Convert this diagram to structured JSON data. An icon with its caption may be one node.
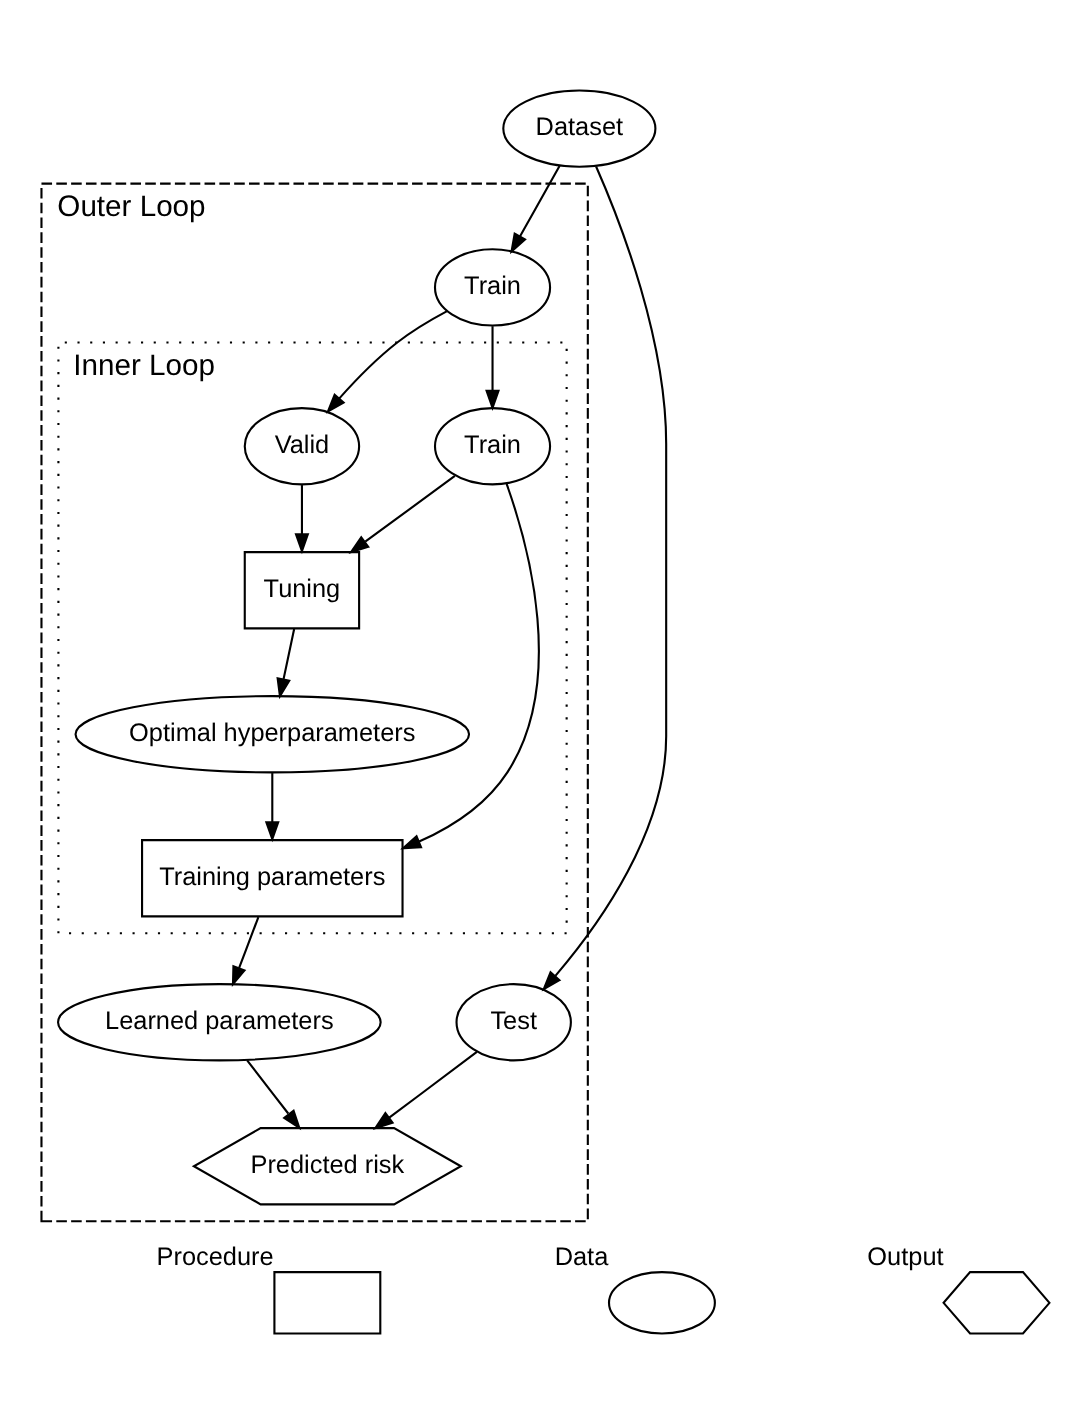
{
  "diagram": {
    "nodes": [
      {
        "text": [
          "Dataset"
        ]
      },
      {
        "text": [
          "Outer Loop"
        ]
      },
      {
        "text": [
          "Train"
        ],
        "in": 1
      },
      {
        "text": [
          "Test"
        ],
        "in": 1
      },
      {
        "text": [
          "Inner Loop"
        ],
        "in": 1
      },
      {
        "text": [
          "Train"
        ],
        "in": 4
      },
      {
        "text": [
          "Valid"
        ],
        "in": 4
      },
      {
        "text": [
          "Tuning"
        ],
        "in": 4
      },
      {
        "text": [
          "Optimal hyperparameters"
        ],
        "in": 4
      },
      {
        "text": [
          "Training parameters"
        ],
        "in": 4
      },
      {
        "text": [
          "Learned parameters"
        ],
        "in": 1
      },
      {
        "text": [
          "Predicted risk"
        ],
        "in": 1
      }
    ],
    "edges": [
      {
        "from": 0,
        "to": 2,
        "arrow": "to"
      },
      {
        "from": 0,
        "to": 3,
        "arrow": "to"
      },
      {
        "from": 2,
        "to": 5,
        "arrow": "to"
      },
      {
        "from": 2,
        "to": 6,
        "arrow": "to"
      },
      {
        "from": 5,
        "to": 7,
        "arrow": "to"
      },
      {
        "from": 6,
        "to": 7,
        "arrow": "to"
      },
      {
        "from": 7,
        "to": 8,
        "arrow": "to"
      },
      {
        "from": 5,
        "to": 9,
        "arrow": "to"
      },
      {
        "from": 8,
        "to": 9,
        "arrow": "to"
      },
      {
        "from": 9,
        "to": 10,
        "arrow": "to"
      },
      {
        "from": 3,
        "to": 11,
        "arrow": "to"
      },
      {
        "from": 10,
        "to": 11,
        "arrow": "to"
      }
    ],
    "legend": [
      {
        "text": "Procedure"
      },
      {
        "text": "Data"
      },
      {
        "text": "Output"
      }
    ]
  }
}
